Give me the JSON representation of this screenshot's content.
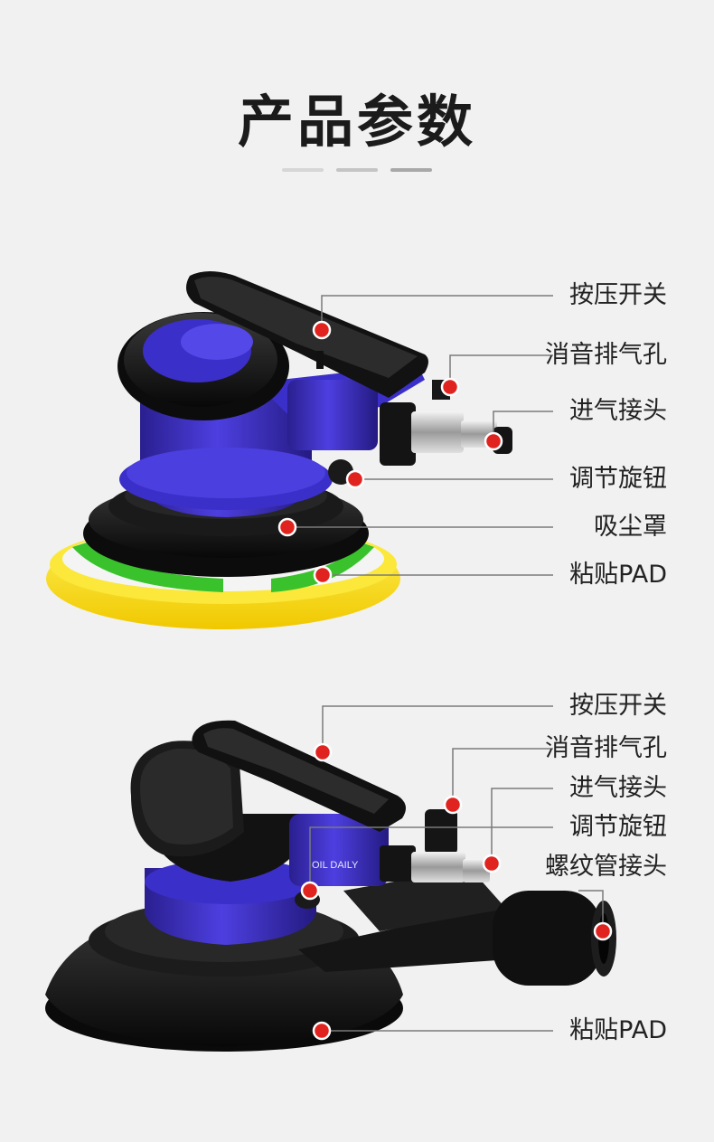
{
  "header": {
    "title": "产品参数"
  },
  "colors": {
    "background": "#f1f1f1",
    "dash_light": "#d6d6d6",
    "dash_mid": "#c4c4c4",
    "dash_dark": "#a8a8a8",
    "marker_red": "#e0231e",
    "leader_line": "#7a7a7a",
    "body_blue": "#3b2fc9",
    "pad_yellow": "#f7df1e",
    "pad_green": "#39c22b",
    "rubber_black": "#141414"
  },
  "product_one": {
    "labels": [
      "按压开关",
      "消音排气孔",
      "进气接头",
      "调节旋钮",
      "吸尘罩",
      "粘贴PAD"
    ]
  },
  "product_two": {
    "brand_mark": "OIL DAILY",
    "labels": [
      "按压开关",
      "消音排气孔",
      "进气接头",
      "调节旋钮",
      "螺纹管接头",
      "粘贴PAD"
    ]
  }
}
